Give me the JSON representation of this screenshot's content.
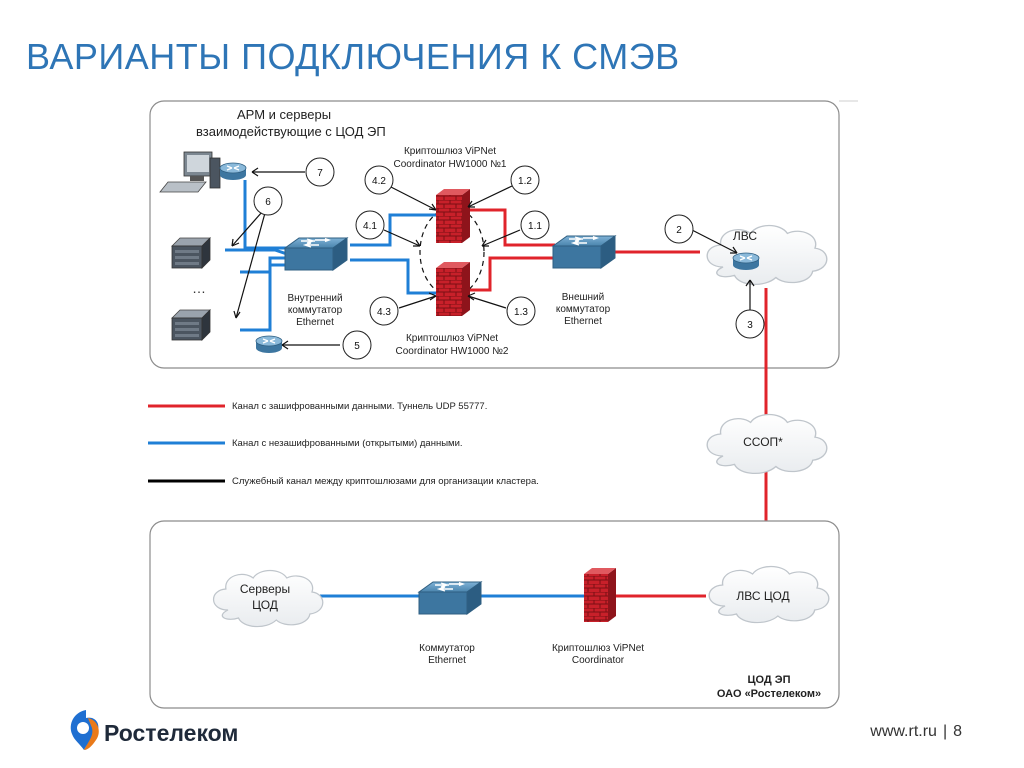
{
  "title": "ВАРИАНТЫ ПОДКЛЮЧЕНИЯ К СМЭВ",
  "colors": {
    "title": "#2e75b6",
    "encrypted": "#e0242b",
    "open": "#1f7fd6",
    "service": "#000000"
  },
  "top_block": {
    "arm_label_1": "АРМ и серверы",
    "arm_label_2": "взаимодействующие с ЦОД ЭП",
    "crypto1_line1": "Криптошлюз ViPNet",
    "crypto1_line2": "Coordinator HW1000 №1",
    "crypto2_line1": "Криптошлюз ViPNet",
    "crypto2_line2": "Coordinator HW1000 №2",
    "internal_switch_1": "Внутренний",
    "internal_switch_2": "коммутатор",
    "internal_switch_3": "Ethernet",
    "external_switch_1": "Внешний",
    "external_switch_2": "коммутатор",
    "external_switch_3": "Ethernet",
    "lan_label": "ЛВС",
    "ellipsis": "…",
    "callouts": [
      "7",
      "6",
      "4.2",
      "4.1",
      "4.3",
      "1.2",
      "1.1",
      "1.3",
      "5",
      "2",
      "3"
    ]
  },
  "legend": {
    "encrypted": "Канал с зашифрованными данными. Туннель UDP 55777.",
    "open": "Канал с незашифрованными (открытыми) данными.",
    "service": "Служебный канал между криптошлюзами для организации кластера."
  },
  "ssop_label": "ССОП*",
  "bottom_block": {
    "servers_line1": "Серверы",
    "servers_line2": "ЦОД",
    "switch_line1": "Коммутатор",
    "switch_line2": "Ethernet",
    "crypto_line1": "Криптошлюз ViPNet",
    "crypto_line2": "Coordinator",
    "lan_label": "ЛВС ЦОД",
    "org_line1": "ЦОД ЭП",
    "org_line2": "ОАО «Ростелеком»"
  },
  "footer": {
    "brand": "Ростелеком",
    "url": "www.rt.ru",
    "separator": "|",
    "page": "8"
  }
}
